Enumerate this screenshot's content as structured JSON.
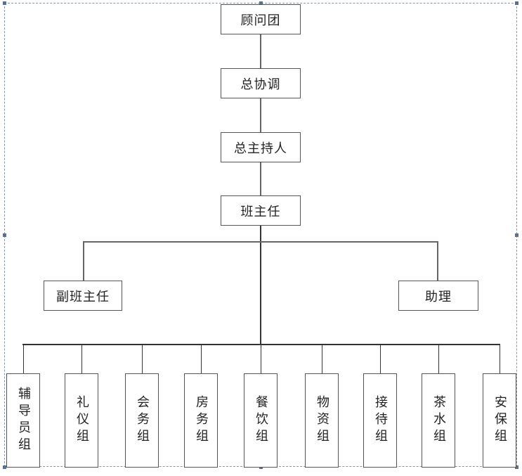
{
  "diagram": {
    "type": "org-chart",
    "chain": [
      {
        "id": "advisory-group",
        "label": "顾问团"
      },
      {
        "id": "chief-coordinator",
        "label": "总协调"
      },
      {
        "id": "chief-host",
        "label": "总主持人"
      },
      {
        "id": "class-director",
        "label": "班主任"
      }
    ],
    "side": [
      {
        "id": "deputy-class-director",
        "label": "副班主任"
      },
      {
        "id": "assistant",
        "label": "助理"
      }
    ],
    "groups": [
      {
        "id": "tutor-group",
        "label": "辅导员组"
      },
      {
        "id": "etiquette-group",
        "label": "礼仪组"
      },
      {
        "id": "conference-group",
        "label": "会务组"
      },
      {
        "id": "housing-group",
        "label": "房务组"
      },
      {
        "id": "catering-group",
        "label": "餐饮组"
      },
      {
        "id": "supplies-group",
        "label": "物资组"
      },
      {
        "id": "reception-group",
        "label": "接待组"
      },
      {
        "id": "tea-group",
        "label": "茶水组"
      },
      {
        "id": "security-group",
        "label": "安保组"
      }
    ],
    "colors": {
      "border": "#555555",
      "line": "#333333",
      "selection": "#8a96a8",
      "handle": "#5b6f8f"
    }
  }
}
